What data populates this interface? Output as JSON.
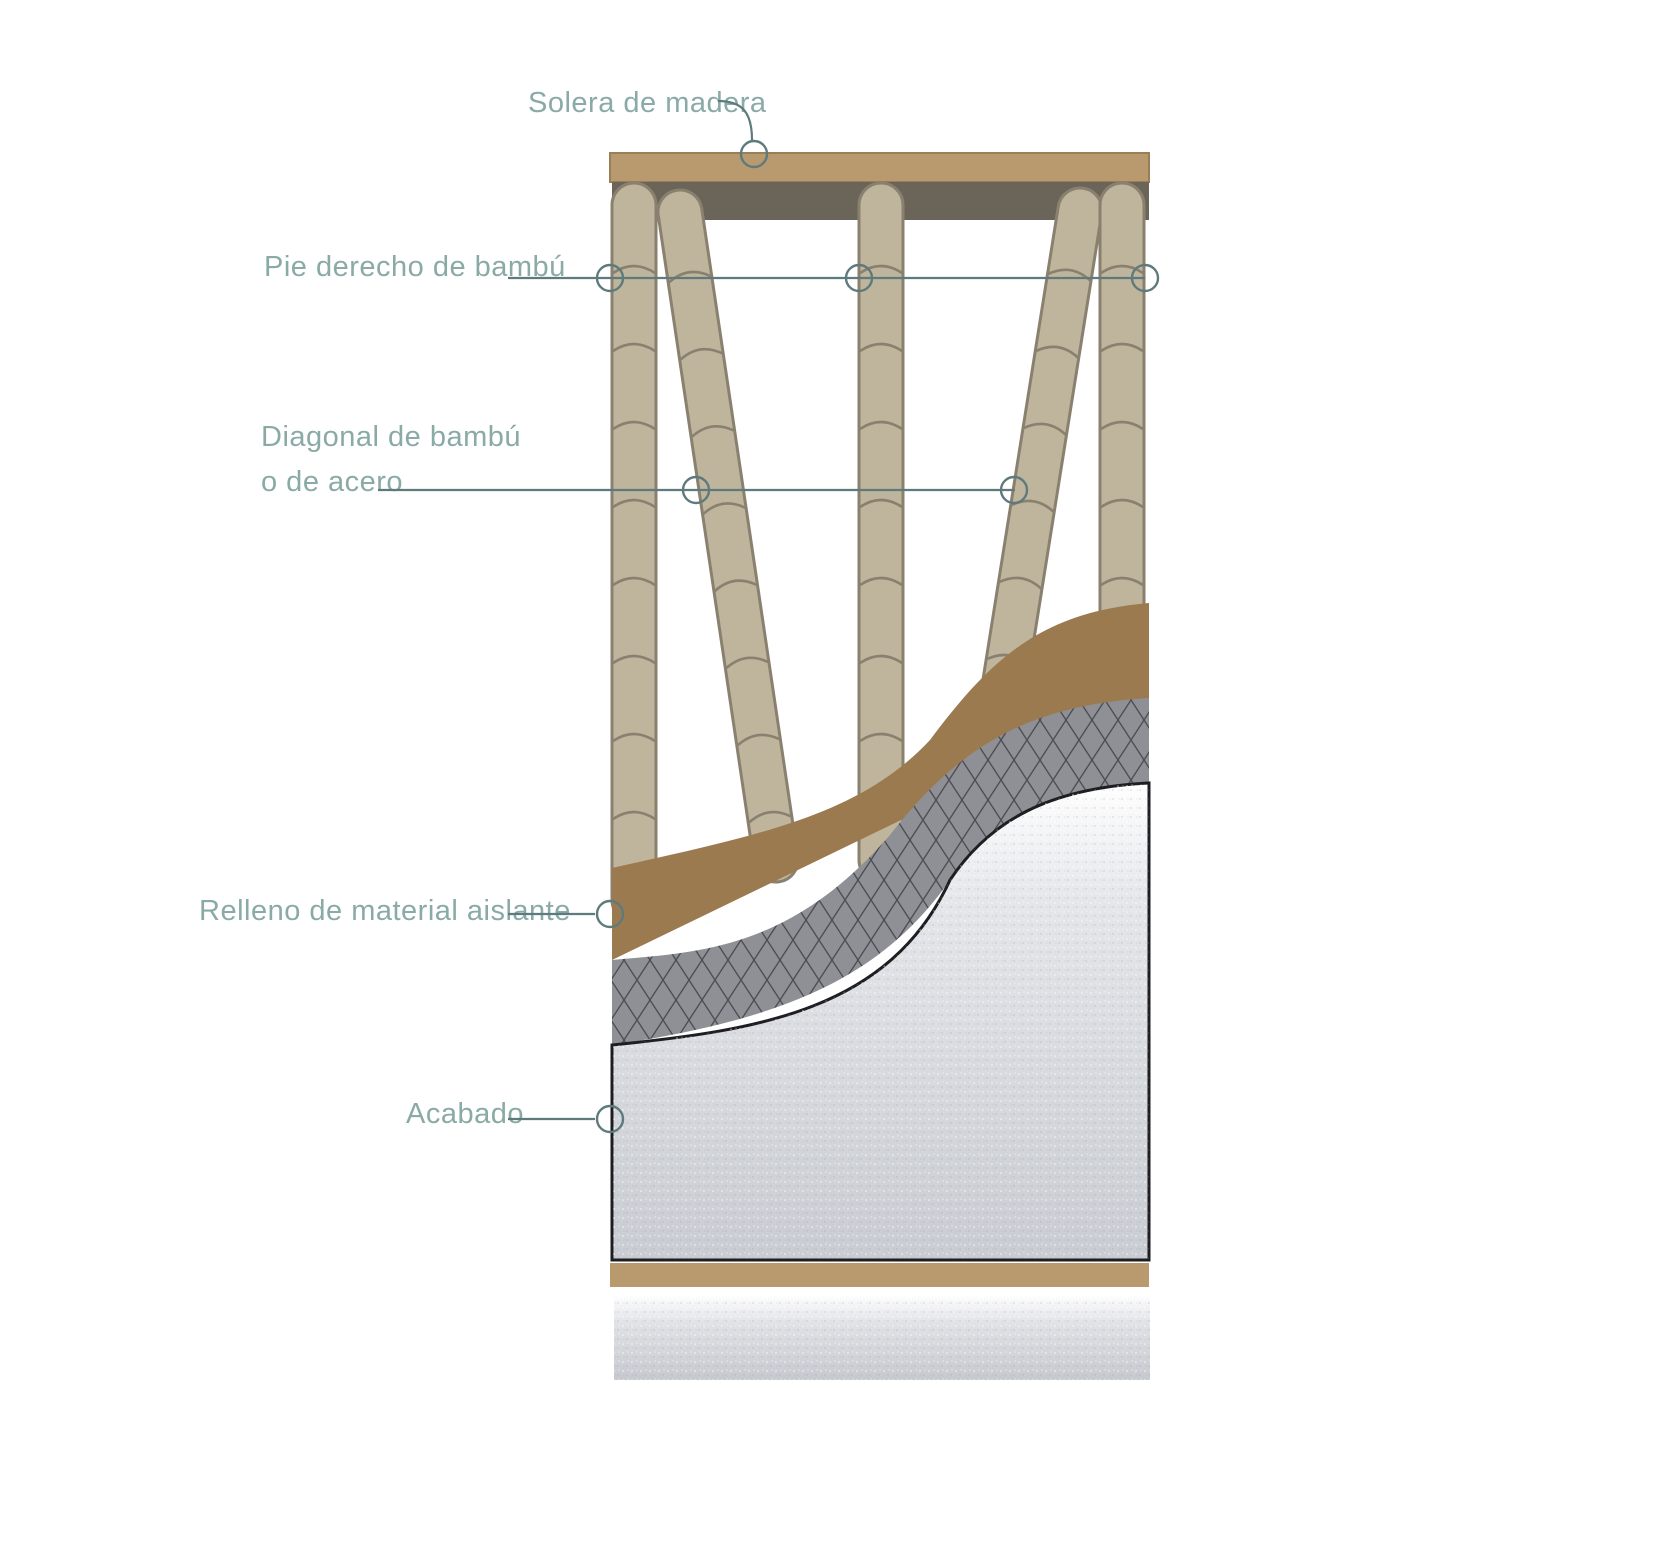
{
  "labels": {
    "top_plate": "Solera de madera",
    "stud": "Pie derecho de bambú",
    "diagonal_line1": "Diagonal de bambú",
    "diagonal_line2": "o de acero",
    "insulation": "Relleno de material aislante",
    "finish": "Acabado"
  },
  "colors": {
    "label_text": "#8aaaa6",
    "leader_line": "#5e7a7c",
    "wood_plate": "#b89a6e",
    "beam_shadow": "#6a6558",
    "bamboo": "#bfb59c",
    "bamboo_outline": "#8a8070",
    "insulation": "#9c7a50",
    "mesh": "#8e9095",
    "finish": "#d8dbe0"
  }
}
